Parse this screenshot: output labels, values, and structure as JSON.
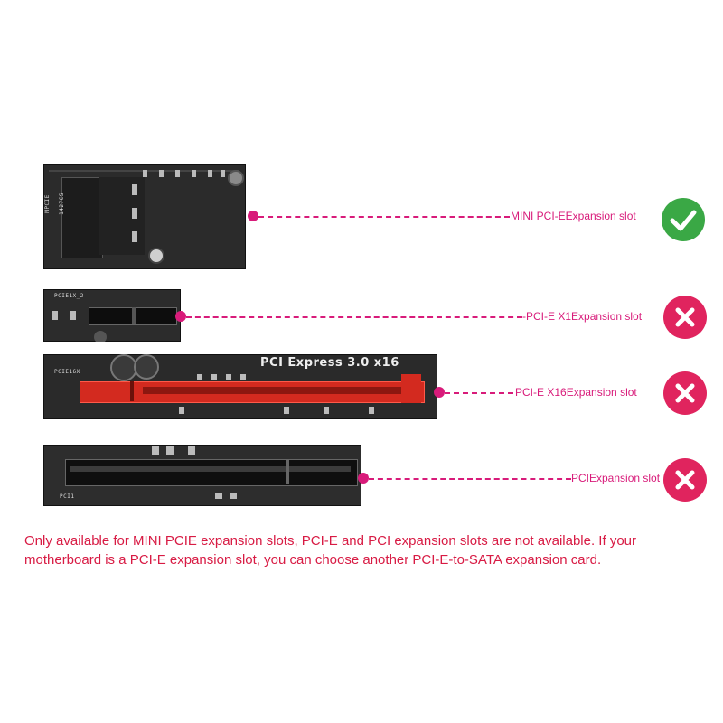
{
  "slots": [
    {
      "id": "mini-pcie",
      "label": "MINI PCI-EExpansion slot",
      "status": "available",
      "status_icon": "check-icon",
      "status_color": "#3aa845"
    },
    {
      "id": "pcie-x1",
      "label": "-PCI-E X1Expansion slot",
      "board_text": "PCIE1X_2",
      "status": "not-available",
      "status_icon": "cross-icon",
      "status_color": "#e0245e"
    },
    {
      "id": "pcie-x16",
      "label": "PCI-E X16Expansion slot",
      "board_text": "PCIE16X",
      "board_heading": "PCI Express 3.0 x16",
      "status": "not-available",
      "status_icon": "cross-icon",
      "status_color": "#e0245e"
    },
    {
      "id": "pci",
      "label": "PCIExpansion slot",
      "board_text": "PCI1",
      "status": "not-available",
      "status_icon": "cross-icon",
      "status_color": "#e0245e"
    }
  ],
  "mini_board_text": {
    "side_left": "MPCIE",
    "side_mid": "1427CS"
  },
  "note": "Only available for MINI PCIE expansion slots, PCI-E and PCI expansion slots are not available. If your motherboard is a PCI-E expansion slot, you can choose another PCI-E-to-SATA expansion card.",
  "colors": {
    "accent": "#d81b7a",
    "note_text": "#d81b44",
    "check_green": "#3aa845",
    "cross_red": "#e0245e",
    "x16_slot_red": "#d32a1f"
  }
}
